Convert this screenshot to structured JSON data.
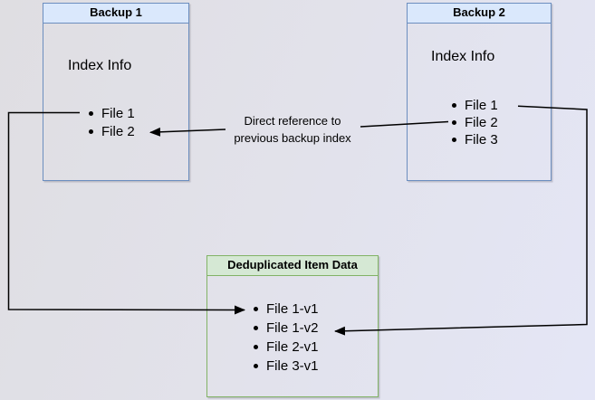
{
  "diagram": {
    "backup1": {
      "title": "Backup 1",
      "section_label": "Index Info",
      "files": [
        "File 1",
        "File 2"
      ]
    },
    "backup2": {
      "title": "Backup 2",
      "section_label": "Index Info",
      "files": [
        "File 1",
        "File 2",
        "File 3"
      ]
    },
    "dedup": {
      "title": "Deduplicated Item Data",
      "files": [
        "File 1-v1",
        "File 1-v2",
        "File 2-v1",
        "File 3-v1"
      ]
    },
    "annotation": {
      "line1": "Direct reference to",
      "line2": "previous backup index"
    },
    "colors": {
      "blue_fill": "#dae8fc",
      "blue_border": "#6c8ebf",
      "green_fill": "#d5e8d4",
      "green_border": "#82b366",
      "arrow": "#000000"
    }
  }
}
